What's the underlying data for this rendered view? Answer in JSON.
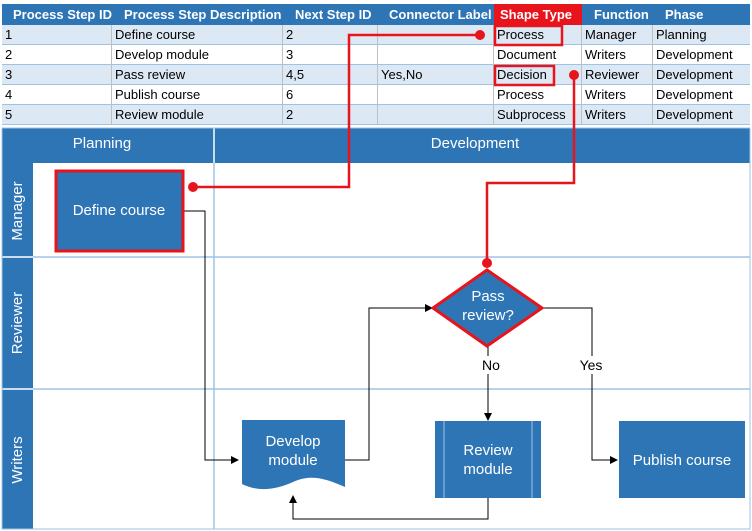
{
  "table": {
    "headers": {
      "step_id": "Process Step ID",
      "description": "Process Step Description",
      "next_step": "Next Step ID",
      "connector_label": "Connector Label",
      "shape_type": "Shape Type",
      "function": "Function",
      "phase": "Phase"
    },
    "rows": [
      {
        "step_id": "1",
        "description": "Define course",
        "next_step": "2",
        "connector_label": "",
        "shape_type": "Process",
        "function": "Manager",
        "phase": "Planning"
      },
      {
        "step_id": "2",
        "description": "Develop module",
        "next_step": "3",
        "connector_label": "",
        "shape_type": "Document",
        "function": "Writers",
        "phase": "Development"
      },
      {
        "step_id": "3",
        "description": "Pass review",
        "next_step": "4,5",
        "connector_label": "Yes,No",
        "shape_type": "Decision",
        "function": "Reviewer",
        "phase": "Development"
      },
      {
        "step_id": "4",
        "description": "Publish course",
        "next_step": "6",
        "connector_label": "",
        "shape_type": "Process",
        "function": "Writers",
        "phase": "Development"
      },
      {
        "step_id": "5",
        "description": "Review module",
        "next_step": "2",
        "connector_label": "",
        "shape_type": "Subprocess",
        "function": "Writers",
        "phase": "Development"
      }
    ]
  },
  "diagram": {
    "phases": {
      "planning": "Planning",
      "development": "Development"
    },
    "swimlanes": {
      "manager": "Manager",
      "reviewer": "Reviewer",
      "writers": "Writers"
    },
    "shapes": {
      "define_course": "Define course",
      "pass_review_line1": "Pass",
      "pass_review_line2": "review?",
      "develop_module_line1": "Develop",
      "develop_module_line2": "module",
      "review_module_line1": "Review",
      "review_module_line2": "module",
      "publish_course": "Publish course"
    },
    "connector_labels": {
      "no": "No",
      "yes": "Yes"
    }
  },
  "colors": {
    "header_blue": "#2e75b6",
    "shape_blue": "#2e75b6",
    "lane_blue": "#4a86c5",
    "highlight_red": "#e8141c",
    "row_band": "#dde8f5"
  }
}
